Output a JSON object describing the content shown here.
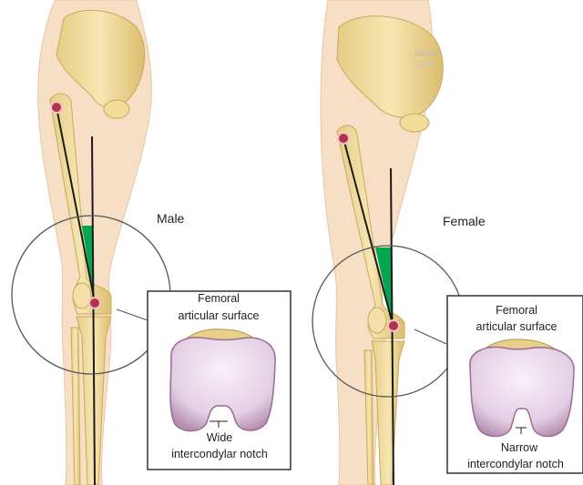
{
  "male": {
    "label": "Male",
    "inset_title_line1": "Femoral",
    "inset_title_line2": "articular surface",
    "notch_line1": "Wide",
    "notch_line2": "intercondylar notch"
  },
  "female": {
    "label": "Female",
    "inset_title_line1": "Femoral",
    "inset_title_line2": "articular surface",
    "notch_line1": "Narrow",
    "notch_line2": "intercondylar notch"
  },
  "watermark": {
    "line1": "MAYO",
    "line2": "©2024"
  },
  "colors": {
    "skin": "#f6dfc4",
    "bone": "#f1dc9a",
    "bone_edge": "#c9a85a",
    "angle_fill": "#00a651",
    "joint_dot": "#b3324a",
    "cartilage": "#e8d7ea",
    "cartilage_edge": "#9b6b95"
  }
}
